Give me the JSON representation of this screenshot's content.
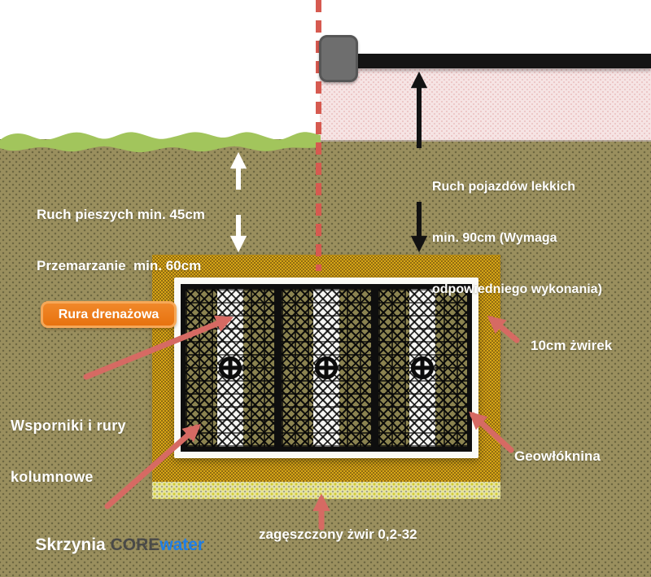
{
  "annotations": {
    "pedestrian_line1": "Ruch pieszych min. 45cm",
    "pedestrian_line2": "Przemarzanie  min. 60cm",
    "vehicles_line1": "Ruch pojazdów lekkich",
    "vehicles_line2": "min. 90cm (Wymaga",
    "vehicles_line3": "odpowiedniego wykonania)",
    "drain_pipe": "Rura drenażowa",
    "supports_line1": "Wsporniki i rury",
    "supports_line2": "kolumnowe",
    "box_prefix": "Skrzynia ",
    "box_brand_core": "CORE",
    "box_brand_water": "water",
    "gravel": "10cm żwirek",
    "geotextile": "Geowłóknina",
    "compacted_gravel": "zagęszczony żwir 0,2-32"
  },
  "colors": {
    "soil": "#9A8F5E",
    "soil_dot": "#6E6842",
    "grass": "#A2C55C",
    "gravel_fill": "#D7A517",
    "gravel_dot": "#8C6810",
    "compacted_fill": "#E6E3A0",
    "pavement_pink": "#F6E4E4",
    "road_black": "#141414",
    "curb_gray": "#6E6E6E",
    "dashed_line_red": "#D65A50",
    "arrow_pink": "#D66A63",
    "label_orange": "#EE7D18",
    "brand_blue": "#1E7EE8",
    "brand_dark": "#4A4A48"
  }
}
